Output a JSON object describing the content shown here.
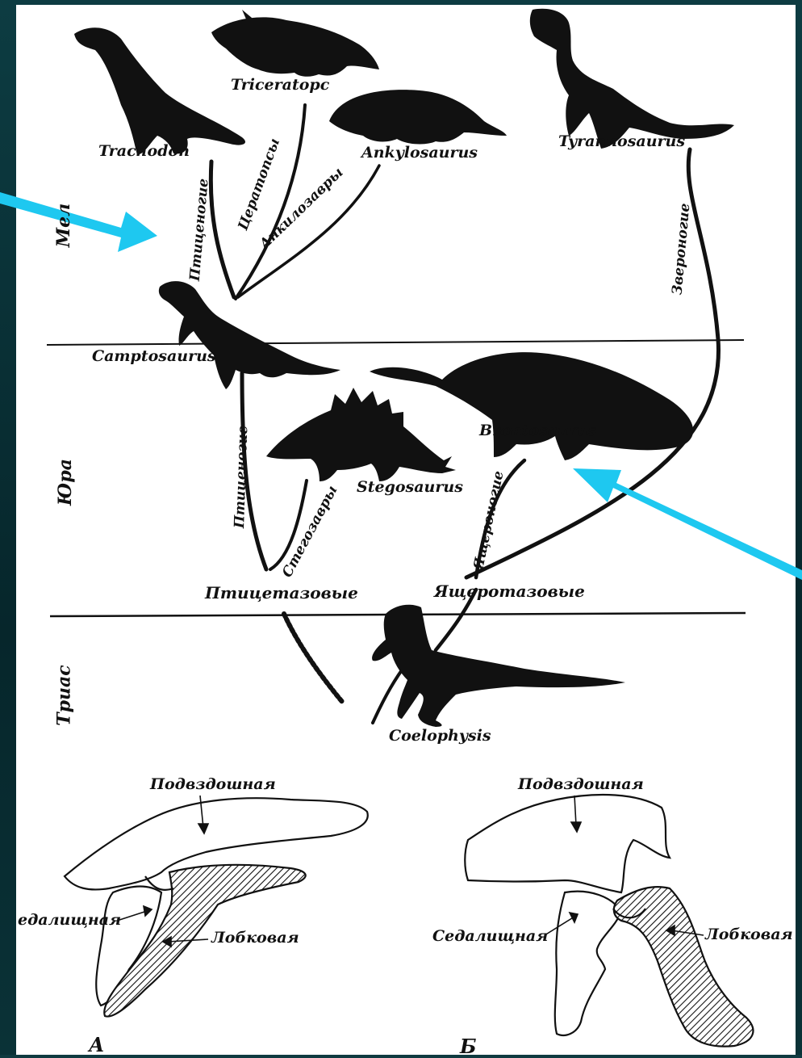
{
  "eras": {
    "cretaceous": "Мел",
    "jurassic": "Юра",
    "triassic": "Триас"
  },
  "species": {
    "trachodon": "Trachodon",
    "triceratops": "Triceratopc",
    "ankylosaurus": "Ankylosaurus",
    "tyrannosaurus": "Tyrannosaurus",
    "camptosaurus": "Camptosaurus",
    "brontosaurus": "Brontosaurus",
    "stegosaurus": "Stegosaurus",
    "coelophysis": "Coelophysis"
  },
  "branches": {
    "ornithopods_upper": "Птиценогие",
    "ceratopsians": "Цератопсы",
    "ankylosaurs": "Анкилозавры",
    "theropods": "Звероногие",
    "ornithopods_lower": "Птиценогие",
    "stegosaurs": "Стегозавры",
    "sauropods": "Ящероногие"
  },
  "groups": {
    "ornithischia": "Птицетазовые",
    "saurischia": "Ящеротазовые"
  },
  "pelvis_a": {
    "ilium": "Подвздошная",
    "ischium": "едалищная",
    "pubis": "Лобковая",
    "letter": "А"
  },
  "pelvis_b": {
    "ilium": "Подвздошная",
    "ischium": "Седалищная",
    "pubis": "Лобковая",
    "letter": "Б"
  },
  "colors": {
    "arrow": "#1ec8f0",
    "background": "#0f3a40",
    "paper": "#ffffff",
    "ink": "#111111"
  }
}
